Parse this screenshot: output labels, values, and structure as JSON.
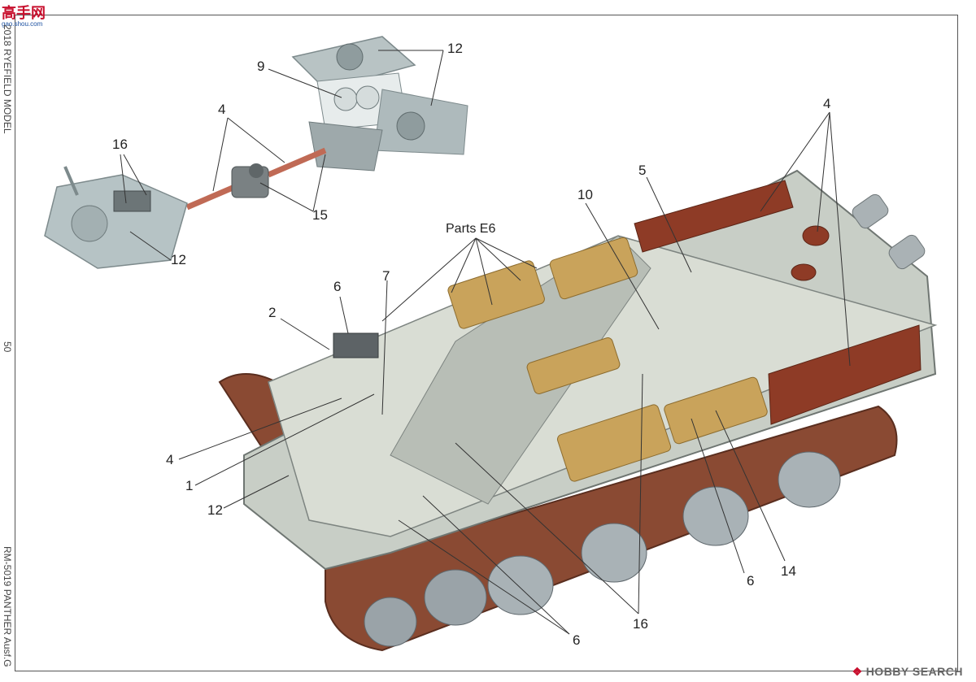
{
  "watermark": {
    "logo_text": "高手网",
    "logo_sub": "gao.shou.com"
  },
  "side_text": {
    "top": "2018 RYEFIELD MODEL",
    "page_number": "50",
    "bottom": "RM-5019 PANTHER Ausf.G"
  },
  "footer": {
    "brand": "HOBBY SEARCH"
  },
  "callouts": {
    "c16_top": "16",
    "c4_top": "4",
    "c9": "9",
    "c12_top": "12",
    "c15": "15",
    "c12_left": "12",
    "c4_right": "4",
    "c5": "5",
    "c10": "10",
    "parts_e6": "Parts E6",
    "c6_left": "6",
    "c7": "7",
    "c2": "2",
    "c4_left": "4",
    "c1": "1",
    "c12_bottom": "12",
    "c6_right": "6",
    "c14": "14",
    "c16_bottom": "16",
    "c6_bottom": "6"
  },
  "colors": {
    "hull": "#d9ddd4",
    "interior": "#c9cec6",
    "track": "#8a4a33",
    "wheel": "#9aa3a8",
    "ammo": "#c9a35b",
    "red_panel": "#8e3b26",
    "engine": "#b4c0c2"
  }
}
